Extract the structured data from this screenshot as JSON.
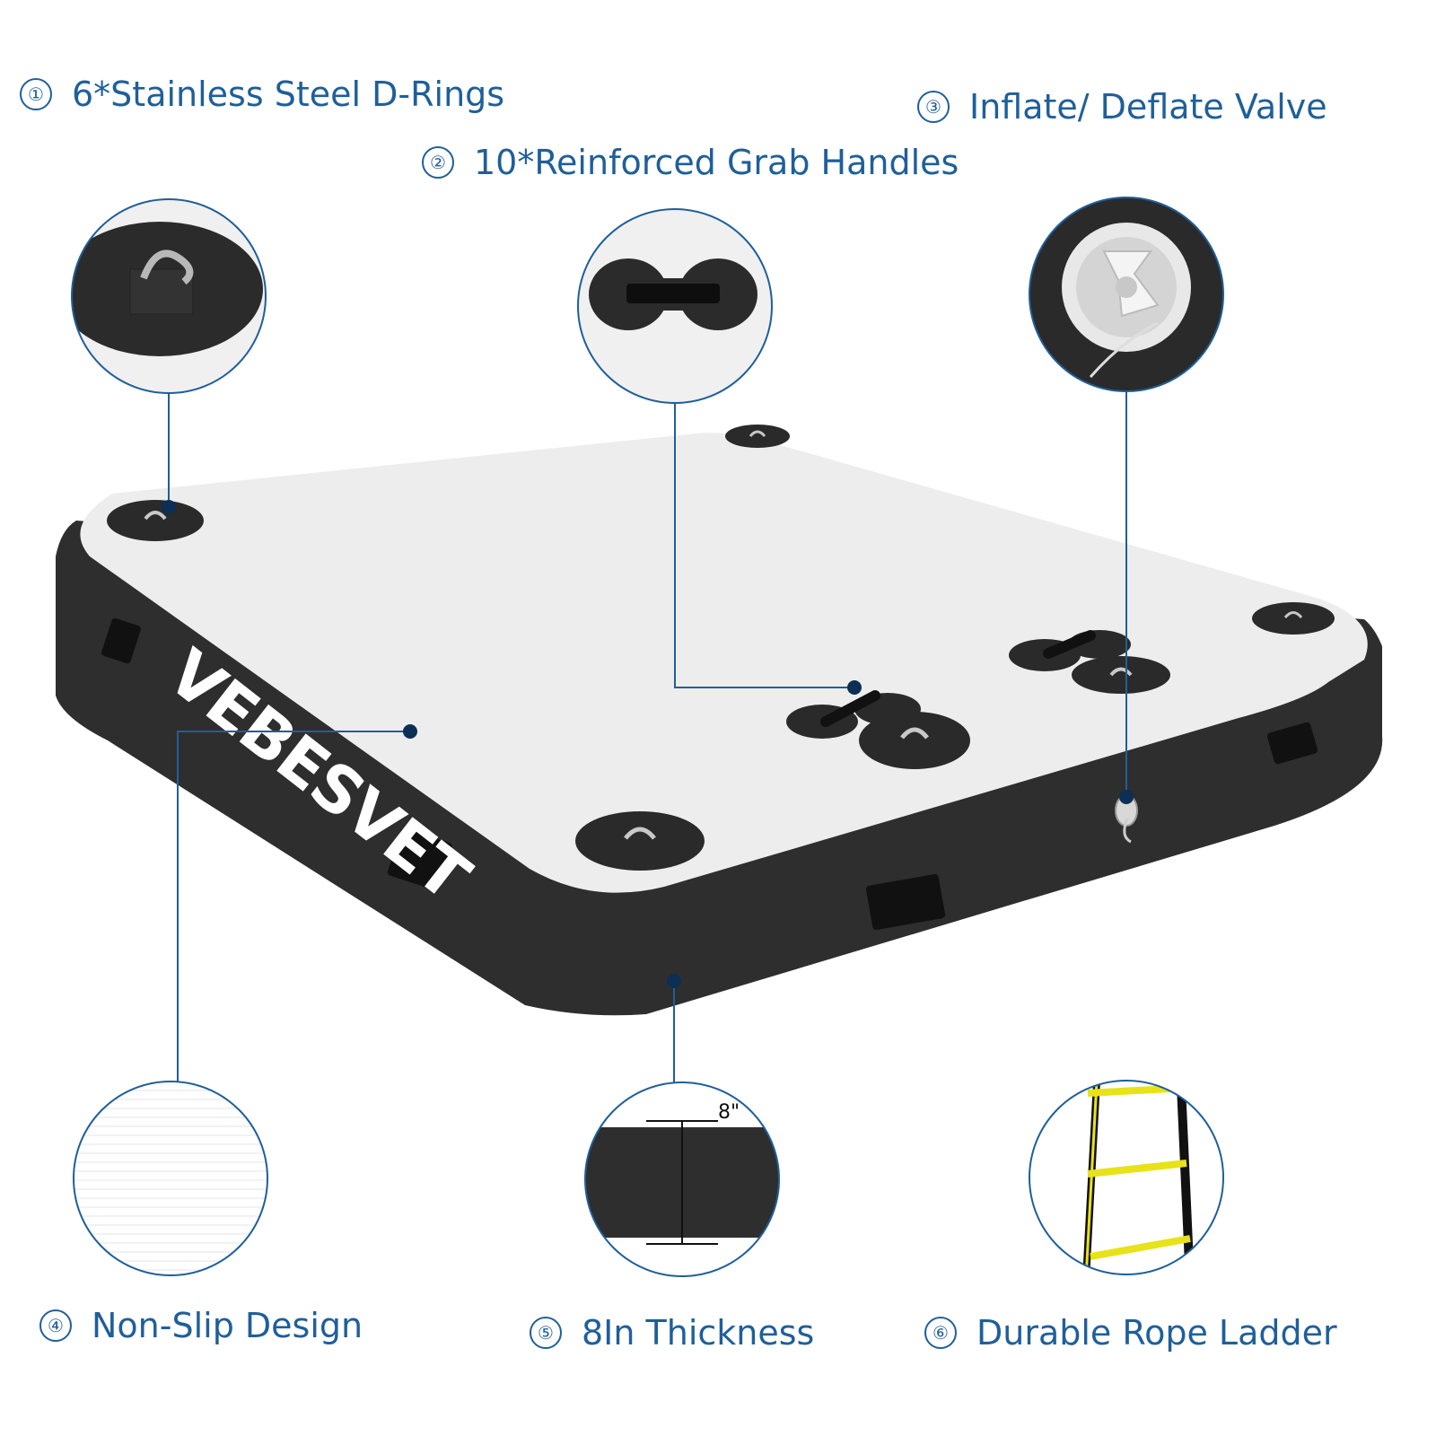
{
  "features": [
    {
      "number": "①",
      "text": "6*Stainless Steel D-Rings"
    },
    {
      "number": "②",
      "text": "10*Reinforced Grab Handles"
    },
    {
      "number": "③",
      "text": "Inflate/ Deflate Valve"
    },
    {
      "number": "④",
      "text": "Non-Slip Design"
    },
    {
      "number": "⑤",
      "text": "8In Thickness"
    },
    {
      "number": "⑥",
      "text": "Durable Rope Ladder"
    }
  ],
  "brand_logo": "VEBESVET",
  "thickness_mark": "8\"",
  "colors": {
    "accent": "#1f5f9a",
    "deck": "#ededed",
    "side": "#2e2e2e",
    "ladder_yellow": "#e8e21a"
  }
}
